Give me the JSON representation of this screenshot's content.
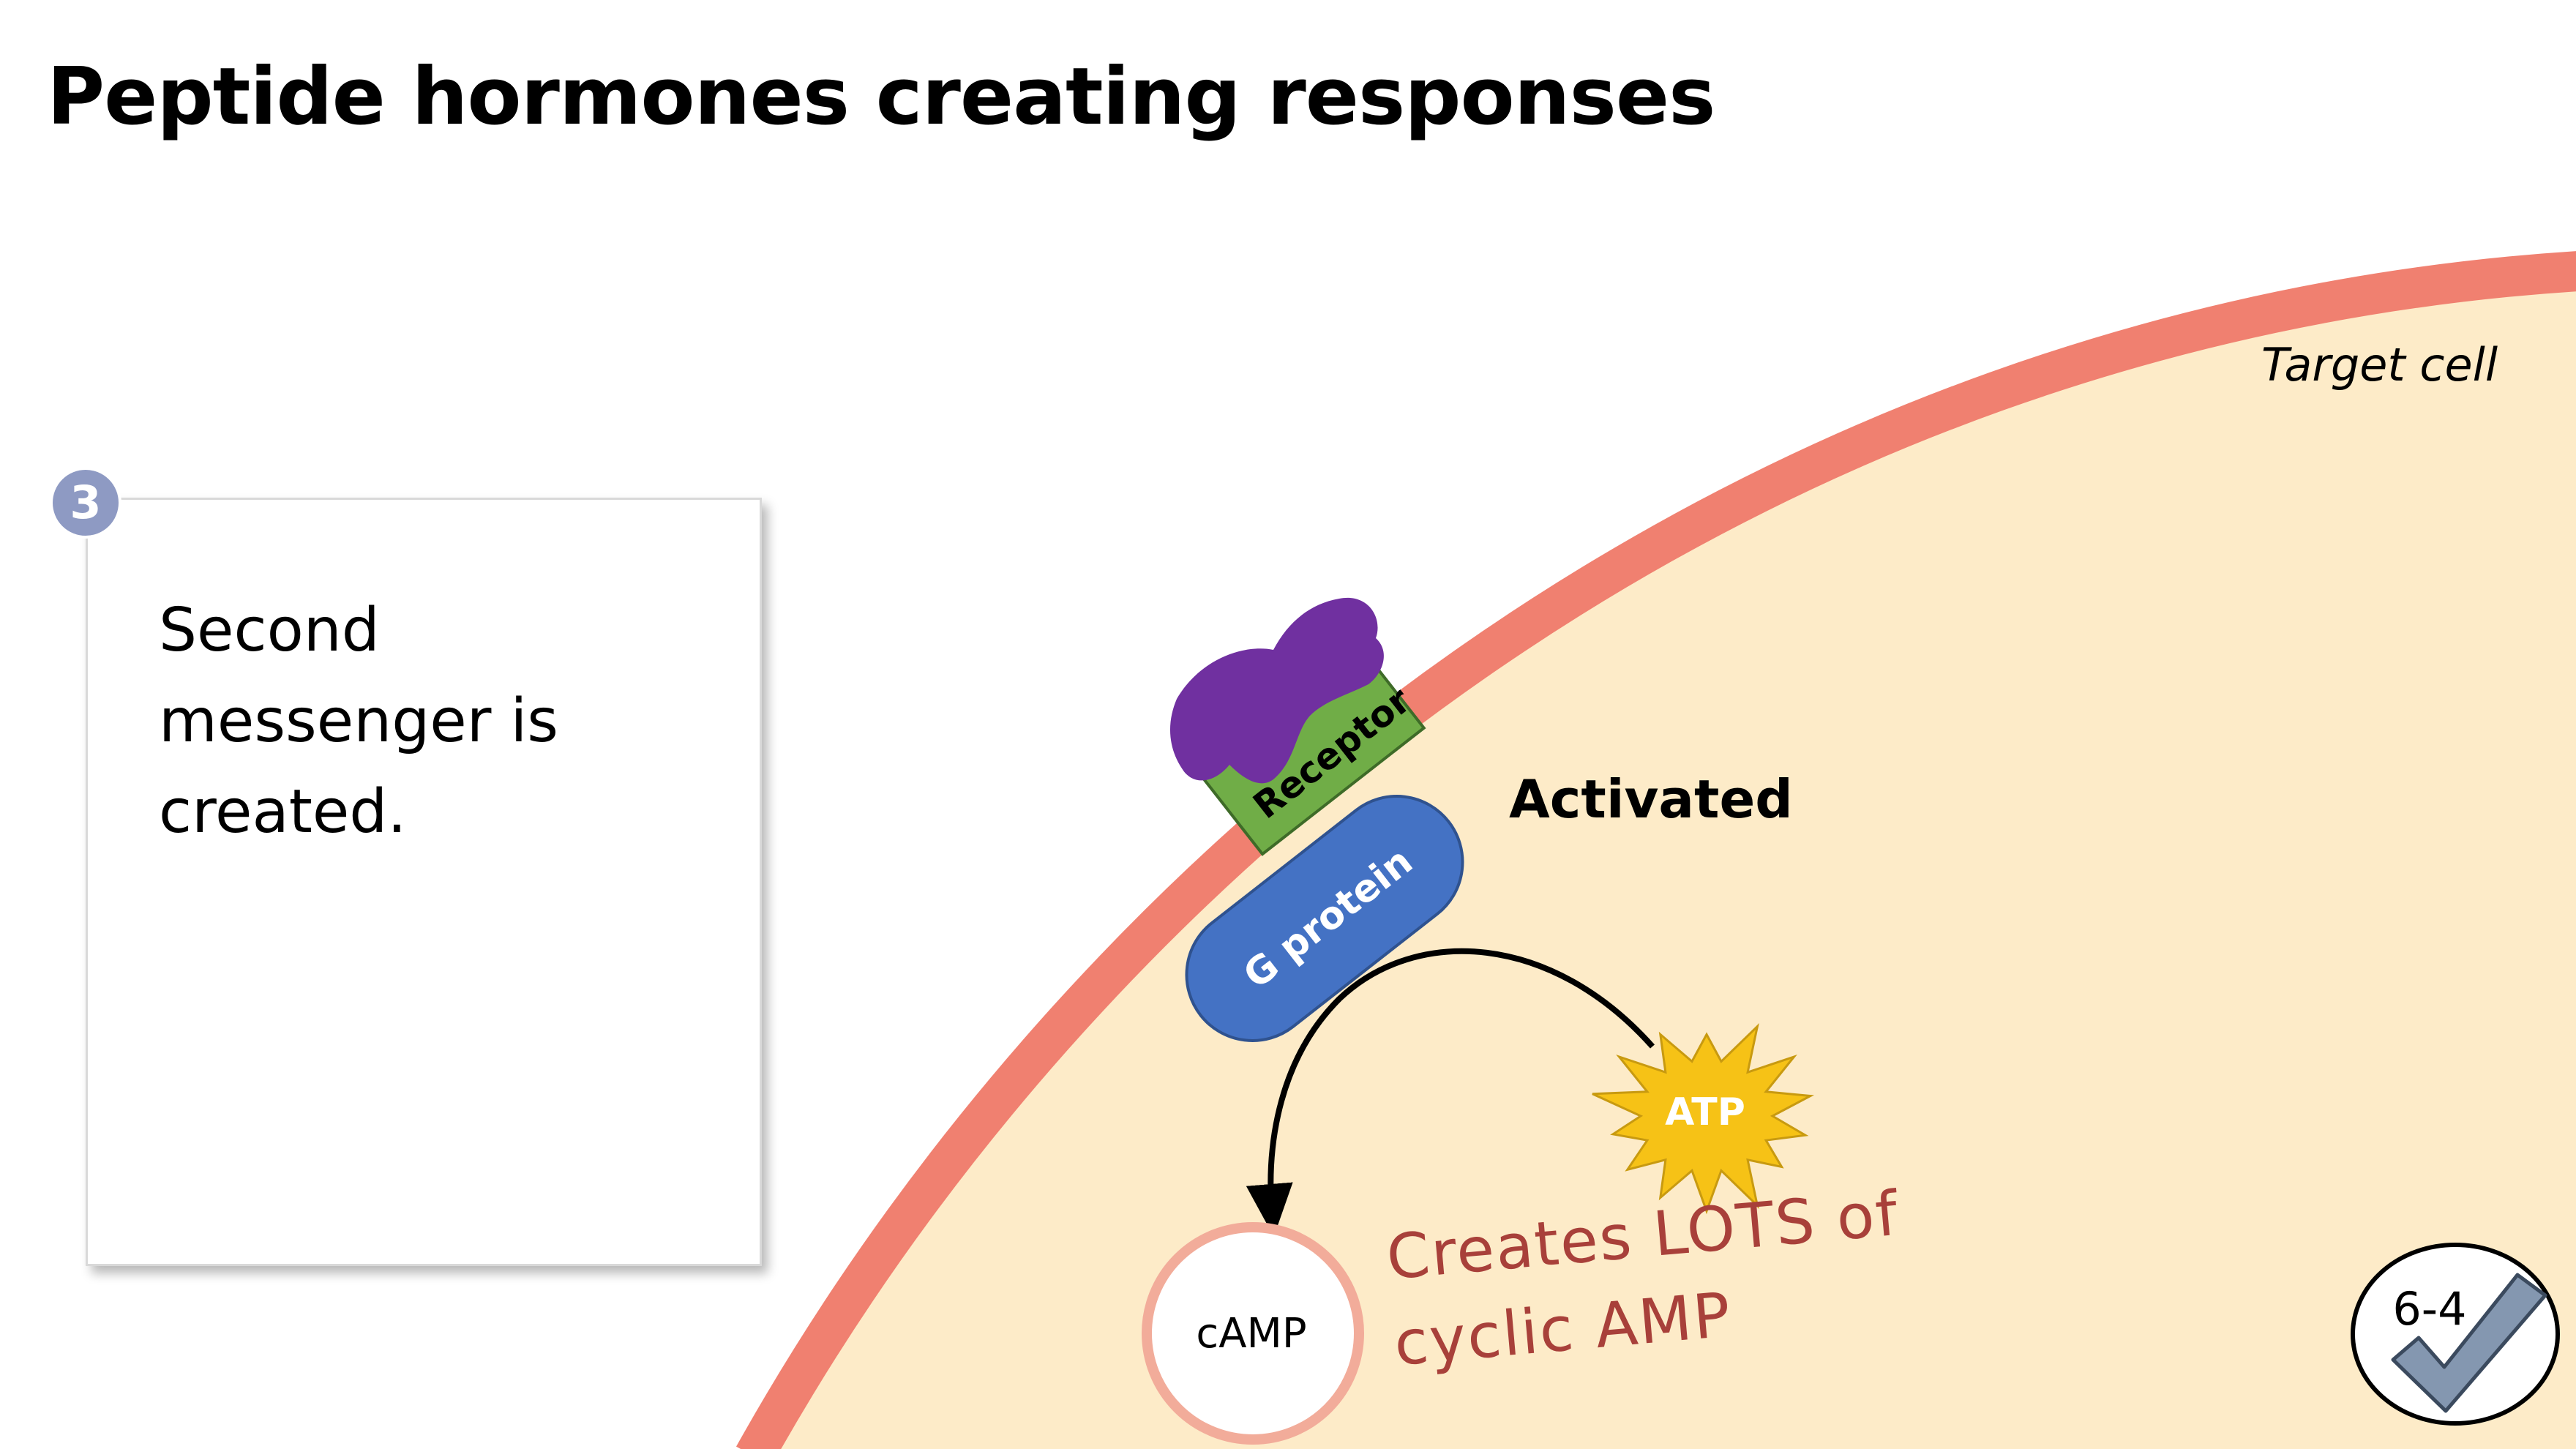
{
  "title": "Peptide hormones creating responses",
  "step": {
    "number": "3",
    "text": "Second messenger is created."
  },
  "diagram": {
    "cell_label": "Target cell",
    "receptor_label": "Receptor",
    "g_protein_label": "G protein",
    "activated_label": "Activated",
    "atp_label": "ATP",
    "camp_label": "cAMP",
    "handwritten_note": [
      "Creates LOTS of",
      "cyclic AMP"
    ]
  },
  "badge": {
    "label": "6-4",
    "icon": "checkmark-icon"
  },
  "colors": {
    "membrane": "#f08070",
    "cytoplasm": "#fdebc8",
    "hormone": "#7030a0",
    "receptor": "#70ad47",
    "g_protein": "#4472c4",
    "atp": "#f6c216",
    "camp_ring": "#f2ac9a",
    "note": "#a8403a",
    "step_badge": "#8e9ac3",
    "check": "#8497b0"
  }
}
